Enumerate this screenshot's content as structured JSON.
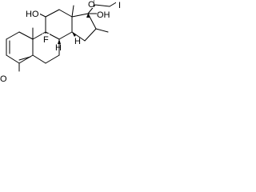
{
  "molecule": {
    "atoms": {
      "o_ketone_top": "O",
      "iodine": "I",
      "oh_top": "OH",
      "ho_left": "HO",
      "fluorine": "F",
      "h_c8": "H",
      "h_c9": "H",
      "h_c14": "H",
      "o_ketone_left": "O"
    }
  },
  "colors": {
    "ink": "#000000",
    "background": "#ffffff"
  }
}
